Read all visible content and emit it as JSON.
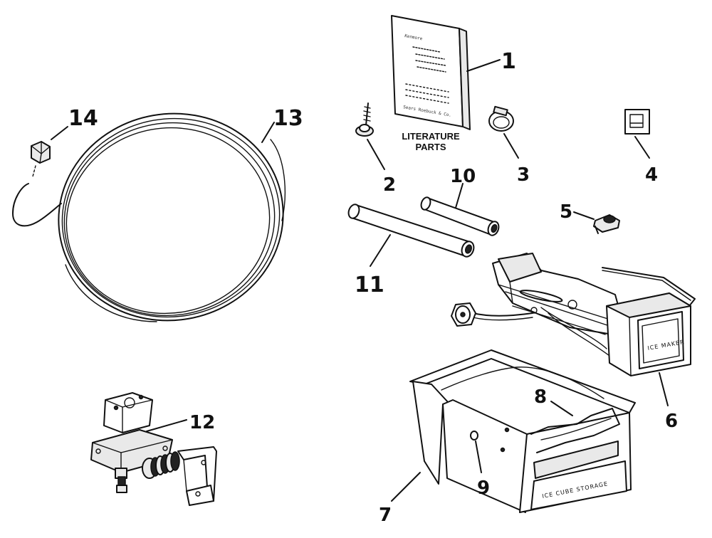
{
  "callouts": {
    "c1": "1",
    "c2": "2",
    "c3": "3",
    "c4": "4",
    "c5": "5",
    "c6": "6",
    "c7": "7",
    "c8": "8",
    "c9": "9",
    "c10": "10",
    "c11": "11",
    "c12": "12",
    "c13": "13",
    "c14": "14"
  },
  "literature_label": {
    "line1": "LITERATURE",
    "line2": "PARTS"
  },
  "booklet": {
    "brand": "Kenmore",
    "footer": "Sears Roebuck & Co."
  },
  "ice_maker_plate": "ICE MAKER",
  "bin_label": "ICE CUBE STORAGE"
}
